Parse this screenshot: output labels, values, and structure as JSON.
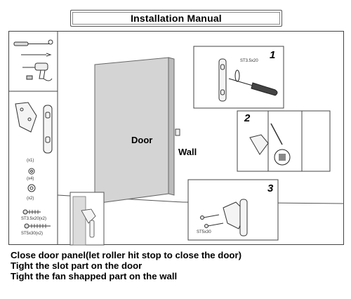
{
  "title": "Installation Manual",
  "labels": {
    "door": "Door",
    "wall": "Wall"
  },
  "steps": {
    "one": "1",
    "two": "2",
    "three": "3"
  },
  "parts": {
    "qty_plate": "(x1)",
    "qty_washer_small": "(x4)",
    "qty_washer_large": "(x2)",
    "screw_short": "ST3.5x20(x2)",
    "screw_long": "ST5x30(x2)",
    "screw_note_1": "ST3.5x20",
    "screw_note_3": "ST5x30"
  },
  "instructions": [
    "Close door panel(let roller hit stop to close the door)",
    "Tight the slot part on the door",
    "Tight the fan shapped part on the wall"
  ]
}
